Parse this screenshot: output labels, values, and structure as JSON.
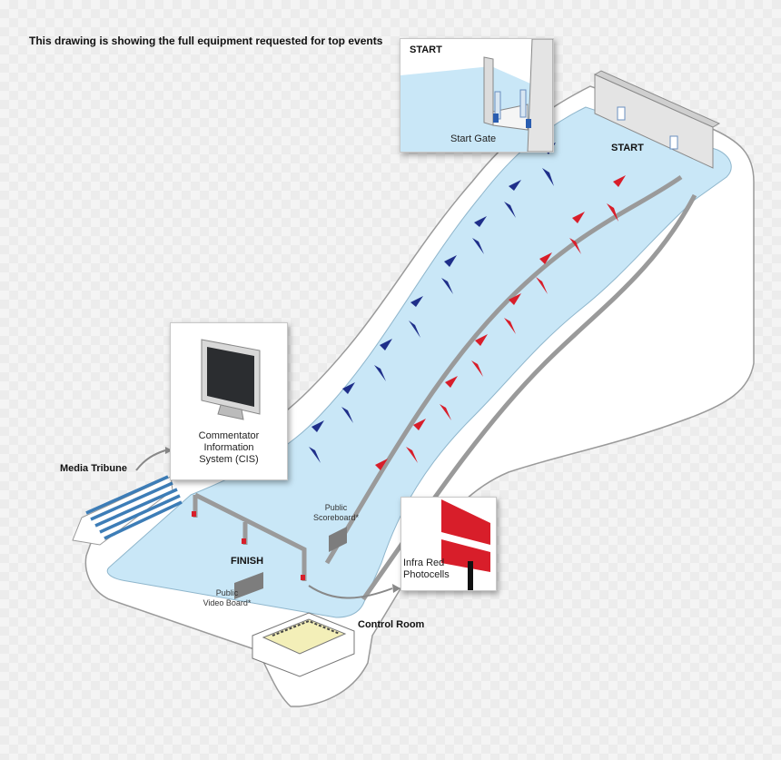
{
  "heading": "This drawing is showing the full equipment requested for top events",
  "callouts": {
    "start_gate": {
      "title": "START",
      "caption": "Start Gate"
    },
    "cis": {
      "caption_lines": [
        "Commentator",
        "Information",
        "System (CIS)"
      ]
    },
    "photocells": {
      "caption_lines": [
        "Infra Red",
        "Photocells"
      ]
    }
  },
  "labels": {
    "start": "START",
    "finish": "FINISH",
    "media_tribune": "Media Tribune",
    "control_room": "Control Room",
    "public_scoreboard": [
      "Public",
      "Scoreboard*"
    ],
    "public_video_board": [
      "Public",
      "Video Board*"
    ]
  },
  "colors": {
    "snow": "#c9e7f7",
    "flag_blue": "#1f2f8a",
    "flag_red": "#d81e2a",
    "rail": "#9a9a9a",
    "control_room_floor": "#f3efb8"
  }
}
